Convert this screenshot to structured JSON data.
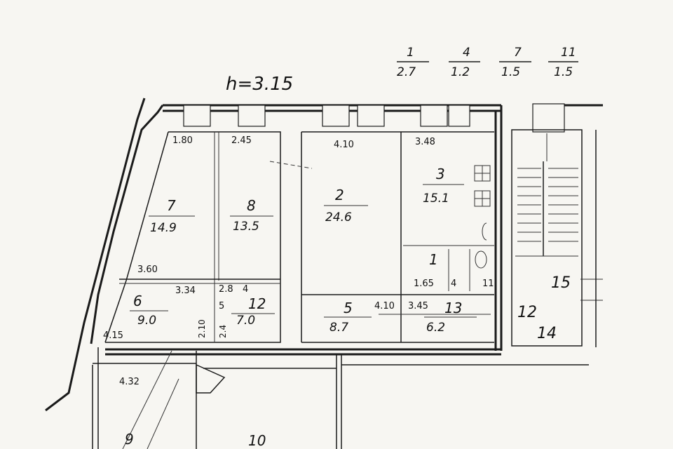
{
  "ceiling_height": "h=3.15",
  "legend": [
    {
      "room": "1",
      "area": "2.7"
    },
    {
      "room": "4",
      "area": "1.2"
    },
    {
      "room": "7",
      "area": "1.5"
    },
    {
      "room": "11",
      "area": "1.5"
    }
  ],
  "rooms": {
    "r2": {
      "number": "2",
      "area": "24.6"
    },
    "r3": {
      "number": "3",
      "area": "15.1"
    },
    "r5": {
      "number": "5",
      "area": "8.7"
    },
    "r6": {
      "number": "6",
      "area": "9.0"
    },
    "r7": {
      "number": "7",
      "area": "14.9"
    },
    "r8": {
      "number": "8",
      "area": "13.5"
    },
    "r12": {
      "number": "12",
      "area": "7.0"
    },
    "r13": {
      "number": "13",
      "area": "6.2"
    },
    "r1": {
      "number": "1"
    },
    "r9": {
      "number": "9"
    },
    "r10": {
      "number": "10"
    },
    "r12b": {
      "number": "12"
    },
    "r14": {
      "number": "14"
    },
    "r15": {
      "number": "15"
    }
  },
  "dims": {
    "d_180": "1.80",
    "d_245": "2.45",
    "d_410_top": "4.10",
    "d_348": "3.48",
    "d_360": "3.60",
    "d_334": "3.34",
    "d_28": "2.8",
    "d_4a": "4",
    "d_5": "5",
    "d_210": "2.10",
    "d_24": "2.4",
    "d_415": "4.15",
    "d_410_mid": "4.10",
    "d_345": "3.45",
    "d_165": "1.65",
    "d_4b": "4",
    "d_11": "11",
    "d_432": "4.32"
  }
}
